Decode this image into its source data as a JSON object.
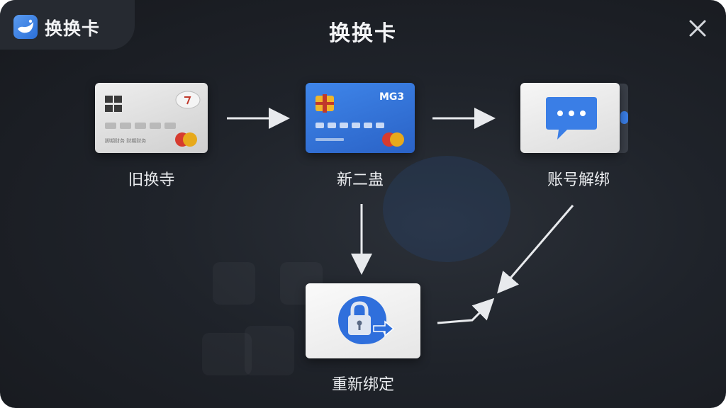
{
  "app": {
    "name": "换换卡",
    "icon": "app-logo-icon"
  },
  "window": {
    "title": "换换卡",
    "close_icon": "close-icon"
  },
  "steps": [
    {
      "label": "旧换寺",
      "icon": "old-card-icon"
    },
    {
      "label": "新二蛊",
      "icon": "new-card-icon",
      "card_text": "MG3"
    },
    {
      "label": "账号解绑",
      "icon": "chat-bubble-icon"
    },
    {
      "label": "重新绑定",
      "icon": "lock-arrow-icon"
    }
  ],
  "old_card": {
    "fine_print": "脚期财务 财期财务"
  },
  "colors": {
    "accent": "#3a7ee6",
    "background": "#1f232a",
    "card_blue": "#2e6fd6"
  }
}
